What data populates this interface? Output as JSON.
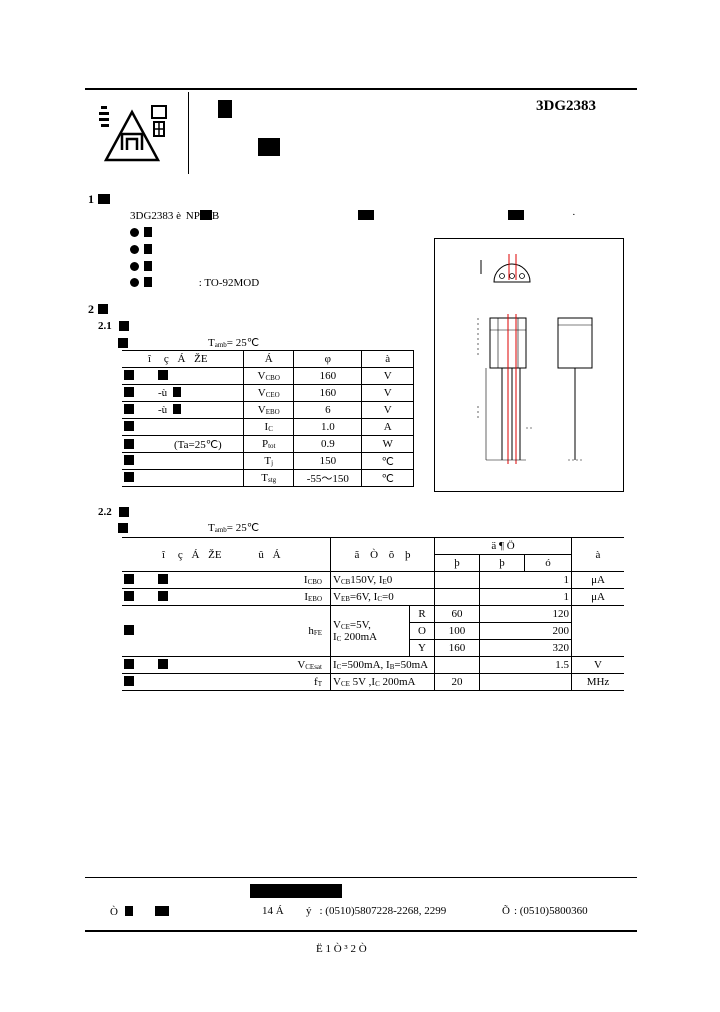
{
  "header": {
    "part_number": "3DG2383"
  },
  "section1": {
    "num": "1",
    "desc_prefix": "3DG2383 è",
    "desc_np": "NP",
    "desc_b": "B",
    "bullets": [
      "",
      "",
      "",
      ""
    ],
    "package_colon": ":",
    "package": "TO-92MOD",
    "dot_mark": "·"
  },
  "section2": {
    "num": "2",
    "sub1": "2.1",
    "sub2": "2.2",
    "tamb": "T",
    "tamb_sub": "amb",
    "tamb_val": "= 25℃"
  },
  "max_ratings": {
    "header": [
      "î",
      "ç",
      "Á",
      "ŽE",
      "Á",
      "φ",
      "à"
    ],
    "rows": [
      {
        "label": "",
        "sym": "V",
        "sub": "CBO",
        "val": "160",
        "unit": "V"
      },
      {
        "label": "-ù",
        "sym": "V",
        "sub": "CEO",
        "val": "160",
        "unit": "V"
      },
      {
        "label": "-ù",
        "sym": "V",
        "sub": "EBO",
        "val": "6",
        "unit": "V"
      },
      {
        "label": "",
        "sym": "I",
        "sub": "C",
        "val": "1.0",
        "unit": "A"
      },
      {
        "label": "(Ta=25℃)",
        "sym": "P",
        "sub": "tot",
        "val": "0.9",
        "unit": "W"
      },
      {
        "label": "",
        "sym": "T",
        "sub": "j",
        "val": "150",
        "unit": "℃"
      },
      {
        "label": "",
        "sym": "T",
        "sub": "stg",
        "val": "-55～150",
        "unit": "℃"
      }
    ]
  },
  "elec": {
    "header": [
      "î",
      "ç",
      "Á",
      "ŽE",
      "û",
      "Á",
      "ã",
      "Ò",
      "õ",
      "þ"
    ],
    "group_head": "ä ¶ Ö",
    "col_min": "þ",
    "col_typ": "þ",
    "col_max": "ó",
    "unit_head": "à",
    "rows": [
      {
        "sym": "I",
        "sub": "CBO",
        "cond": "V",
        "cond_sub": "CB",
        "cond_rest": "150V, I",
        "cond_sub2": "E",
        "cond_rest2": "0",
        "min": "",
        "max": "1",
        "unit": "μA"
      },
      {
        "sym": "I",
        "sub": "EBO",
        "cond": "V",
        "cond_sub": "EB",
        "cond_rest": "=6V, I",
        "cond_sub2": "C",
        "cond_rest2": "=0",
        "min": "",
        "max": "1",
        "unit": "μA"
      }
    ],
    "hfe": {
      "sym": "h",
      "sub": "FE",
      "cond1": "V",
      "cond1_sub": "CE",
      "cond1_rest": "=5V,",
      "cond2": "I",
      "cond2_sub": "C",
      "cond2_rest": " 200mA",
      "ranks": [
        {
          "rank": "R",
          "min": "60",
          "max": "120"
        },
        {
          "rank": "O",
          "min": "100",
          "max": "200"
        },
        {
          "rank": "Y",
          "min": "160",
          "max": "320"
        }
      ]
    },
    "vce": {
      "sym": "V",
      "sub": "CEsat",
      "cond": "I",
      "cond_sub": "C",
      "cond_rest": "=500mA, I",
      "cond_sub2": "B",
      "cond_rest2": "=50mA",
      "max": "1.5",
      "unit": "V"
    },
    "ft": {
      "sym": "f",
      "sub": "T",
      "cond": "V",
      "cond_sub": "CE",
      "cond_rest": " 5V ,I",
      "cond_sub2": "C",
      "cond_rest2": " 200mA",
      "min": "20",
      "unit": "MHz"
    }
  },
  "footer": {
    "company": "",
    "addr_prefix": "Ò",
    "addr_num": "14 Á",
    "tel_label": "ý",
    "tel": ": (0510)5807228-2268, 2299",
    "fax_label": "Õ",
    "fax": ": (0510)5800360",
    "page": "Ë 1 Ò  ³ 2 Ò"
  }
}
